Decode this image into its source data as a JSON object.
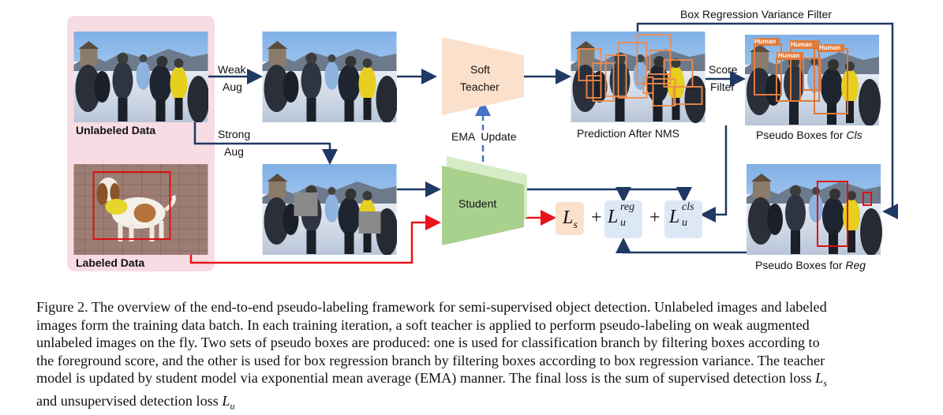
{
  "labels": {
    "unlabeled": "Unlabeled Data",
    "labeled": "Labeled Data",
    "weak_aug": [
      "Weak",
      "Aug"
    ],
    "strong_aug": [
      "Strong",
      "Aug"
    ],
    "soft_teacher": [
      "Soft",
      "Teacher"
    ],
    "student": "Student",
    "ema_update": "EMA  Update",
    "prediction_after_nms": "Prediction After NMS",
    "score_filter": [
      "Score",
      "Filter"
    ],
    "box_regression_filter": "Box Regression Variance Filter",
    "pseudo_cls_prefix": "Pseudo Boxes for ",
    "pseudo_cls_italic": "Cls",
    "pseudo_reg_prefix": "Pseudo Boxes for ",
    "pseudo_reg_italic": "Reg",
    "human_tag": "Human"
  },
  "loss": {
    "ls": "L",
    "ls_sub": "s",
    "plus1": "+",
    "lreg": "L",
    "lreg_sup": "reg",
    "lreg_sub": "u",
    "plus2": "+",
    "lcls": "L",
    "lcls_sup": "cls",
    "lcls_sub": "u"
  },
  "caption": {
    "lines": [
      "Figure 2. The overview of the end-to-end pseudo-labeling framework for semi-supervised object detection. Unlabeled images and labeled",
      "images form the training data batch.  In each training iteration, a soft teacher is applied to perform pseudo-labeling on weak augmented",
      "unlabeled images on the fly.  Two sets of pseudo boxes are produced: one is used for classification branch by filtering boxes according to",
      "the foreground score, and the other is used for box regression branch by filtering boxes according to box regression variance. The teacher",
      "model is updated by student model via exponential mean average (EMA) manner. The final loss is the sum of supervised detection loss",
      "and unsupervised detection loss"
    ],
    "ls_symbol": "L",
    "ls_symbol_sub": "s",
    "lu_symbol": "L",
    "lu_symbol_sub": "u"
  },
  "colors": {
    "pink_panel": "#f7dce3",
    "teacher_fill": "#fbe0cc",
    "student_fill": "#a9d18e",
    "student_back": "#d6ecc7",
    "ls_box": "#fbe0cc",
    "lu_box": "#dde8f6",
    "arrow_blue": "#1f3864",
    "arrow_red": "#e8141a",
    "box_orange": "#f08a4b",
    "box_red": "#e01010",
    "ema_dashed": "#4472c4"
  }
}
